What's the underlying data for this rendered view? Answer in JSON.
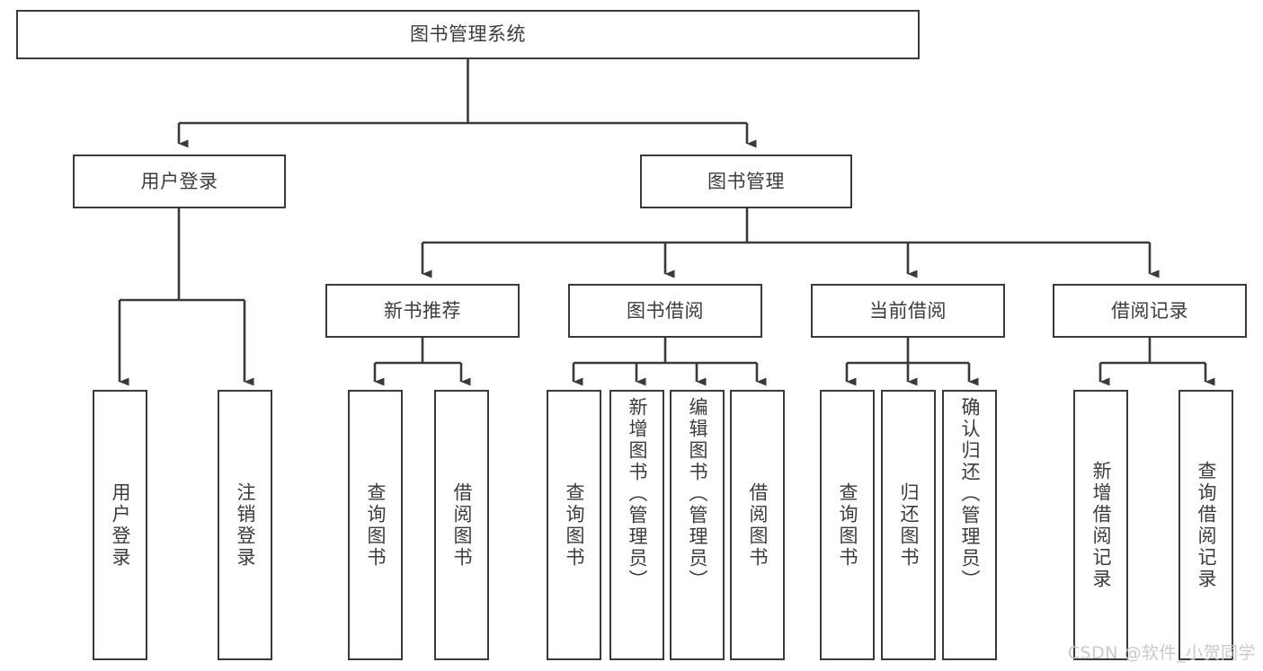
{
  "diagram": {
    "type": "tree-hierarchy",
    "title": "图书管理系统",
    "watermark": "CSDN @软件_小贺同学",
    "colors": {
      "border": "#3a3a3a",
      "background": "#ffffff",
      "text": "#3c3c3c",
      "watermark": "#c9c9c9"
    },
    "root": {
      "id": "root",
      "label": "图书管理系统"
    },
    "level2": [
      {
        "id": "user-login",
        "label": "用户登录"
      },
      {
        "id": "book-manage",
        "label": "图书管理"
      }
    ],
    "level3": [
      {
        "id": "new-book-recommend",
        "label": "新书推荐",
        "parent": "book-manage"
      },
      {
        "id": "book-borrow",
        "label": "图书借阅",
        "parent": "book-manage"
      },
      {
        "id": "current-borrow",
        "label": "当前借阅",
        "parent": "book-manage"
      },
      {
        "id": "borrow-record",
        "label": "借阅记录",
        "parent": "book-manage"
      }
    ],
    "leaves": [
      {
        "id": "leaf-user-login",
        "label": "用户登录",
        "parent": "user-login"
      },
      {
        "id": "leaf-logout",
        "label": "注销登录",
        "parent": "user-login"
      },
      {
        "id": "leaf-query-book-1",
        "label": "查询图书",
        "parent": "new-book-recommend"
      },
      {
        "id": "leaf-borrow-book-1",
        "label": "借阅图书",
        "parent": "new-book-recommend"
      },
      {
        "id": "leaf-query-book-2",
        "label": "查询图书",
        "parent": "book-borrow"
      },
      {
        "id": "leaf-add-book",
        "label": "新增图书（管理员）",
        "parent": "book-borrow"
      },
      {
        "id": "leaf-edit-book",
        "label": "编辑图书（管理员）",
        "parent": "book-borrow"
      },
      {
        "id": "leaf-borrow-book-2",
        "label": "借阅图书",
        "parent": "book-borrow"
      },
      {
        "id": "leaf-query-book-3",
        "label": "查询图书",
        "parent": "current-borrow"
      },
      {
        "id": "leaf-return-book",
        "label": "归还图书",
        "parent": "current-borrow"
      },
      {
        "id": "leaf-confirm-return",
        "label": "确认归还（管理员）",
        "parent": "current-borrow"
      },
      {
        "id": "leaf-add-record",
        "label": "新增借阅记录",
        "parent": "borrow-record"
      },
      {
        "id": "leaf-query-record",
        "label": "查询借阅记录",
        "parent": "borrow-record"
      }
    ]
  }
}
